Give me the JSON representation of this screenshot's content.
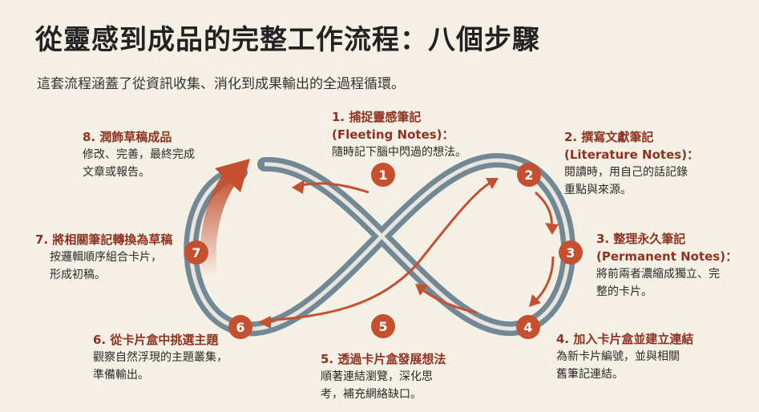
{
  "title": "從靈感到成品的完整工作流程：八個步驟",
  "subtitle": "這套流程涵蓋了從資訊收集、消化到成果輸出的全過程循環。",
  "colors": {
    "accent": "#c5502f",
    "loop": "#5a7585",
    "heading": "#8e3221",
    "background": "#f5f0e6"
  },
  "steps": [
    {
      "number": "1",
      "head": "1. 捕捉靈感筆記",
      "head2": "(Fleeting Notes)：",
      "desc": [
        "隨時記下腦中閃過的想法。"
      ]
    },
    {
      "number": "2",
      "head": "2. 撰寫文獻筆記",
      "head2": "(Literature Notes)：",
      "desc": [
        "閱讀時，用自己的話記錄",
        "重點與來源。"
      ]
    },
    {
      "number": "3",
      "head": "3. 整理永久筆記",
      "head2": "(Permanent Notes)：",
      "desc": [
        "將前兩者濃縮成獨立、完",
        "整的卡片。"
      ]
    },
    {
      "number": "4",
      "head": "4. 加入卡片盒並建立連結",
      "head2": "",
      "desc": [
        "為新卡片編號，並與相關",
        "舊筆記連結。"
      ]
    },
    {
      "number": "5",
      "head": "5. 透過卡片盒發展想法",
      "head2": "",
      "desc": [
        "順著連結瀏覽，深化思",
        "考，補充網絡缺口。"
      ]
    },
    {
      "number": "6",
      "head": "6. 從卡片盒中挑選主題",
      "head2": "",
      "desc": [
        "觀察自然浮現的主題叢集，",
        "準備輸出。"
      ]
    },
    {
      "number": "7",
      "head": "7. 將相關筆記轉換為草稿",
      "head2": "",
      "desc": [
        "按邏輯順序組合卡片，",
        "形成初稿。"
      ]
    },
    {
      "number": "8",
      "head": "8. 潤飾草稿成品",
      "head2": "",
      "desc": [
        "修改、完善，最終完成",
        "文章或報告。"
      ]
    }
  ]
}
